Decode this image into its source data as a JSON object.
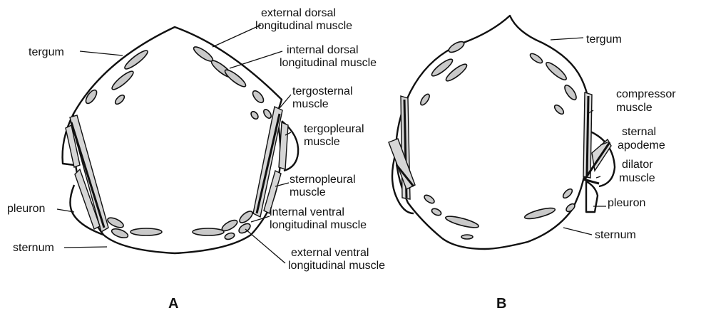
{
  "figure": {
    "panels": [
      {
        "id": "A",
        "label": "A"
      },
      {
        "id": "B",
        "label": "B"
      }
    ],
    "labels_A": {
      "tergum": "tergum",
      "pleuron": "pleuron",
      "sternum": "sternum",
      "external_dorsal_1": "external dorsal",
      "external_dorsal_2": "longitudinal muscle",
      "internal_dorsal_1": "internal dorsal",
      "internal_dorsal_2": "longitudinal muscle",
      "tergosternal_1": "tergosternal",
      "tergosternal_2": "muscle",
      "tergopleural_1": "tergopleural",
      "tergopleural_2": "muscle",
      "sternopleural_1": "sternopleural",
      "sternopleural_2": "muscle",
      "internal_ventral_1": "internal ventral",
      "internal_ventral_2": "longitudinal muscle",
      "external_ventral_1": "external ventral",
      "external_ventral_2": "longitudinal muscle"
    },
    "labels_B": {
      "tergum": "tergum",
      "compressor_1": "compressor",
      "compressor_2": "muscle",
      "sternal_apodeme_1": "sternal",
      "sternal_apodeme_2": "apodeme",
      "dilator_1": "dilator",
      "dilator_2": "muscle",
      "pleuron": "pleuron",
      "sternum": "sternum"
    }
  }
}
